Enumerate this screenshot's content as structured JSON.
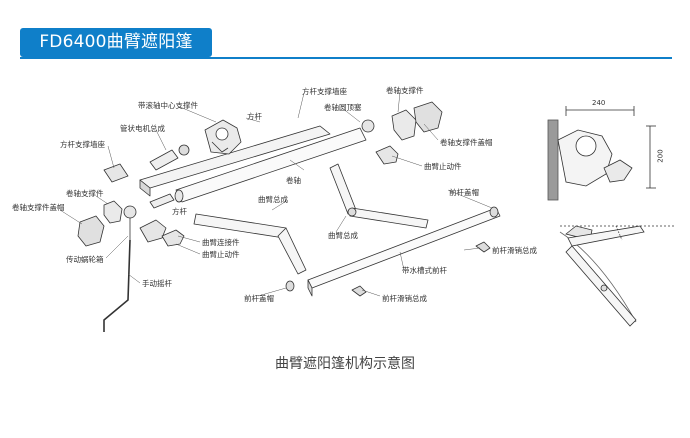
{
  "header": {
    "title": "FD6400曲臂遮阳篷",
    "accent_color": "#0f7fc9"
  },
  "caption": "曲臂遮阳篷机构示意图",
  "labels": {
    "roller_center_bracket": "带滚轴中心支撑件",
    "square_bar": "方杆",
    "square_bar_support_base": "方杆支撑墙座",
    "roller_support": "卷轴支撑件",
    "roller_plug": "卷轴圆顶塞",
    "tube_motor": "管状电机总成",
    "square_bar_wall_base": "方杆支撑墙座",
    "roller_support_cap": "卷轴支撑件盖帽",
    "arm_stop_part": "曲臂止动件",
    "front_bar_cap_top": "前杆盖帽",
    "roller_support_left": "卷轴支撑件",
    "roller_support_cap_left": "卷轴支撑件盖帽",
    "roller": "卷轴",
    "arm_assembly": "曲臂总成",
    "worm_gearbox": "传动蜗轮箱",
    "arm_connector": "曲臂连接件",
    "arm_stop_part_lower": "曲臂止动件",
    "square_bar_small": "方杆",
    "arm_assembly_center": "曲臂总成",
    "front_bar_slide_right": "前杆滑销总成",
    "front_bar_with_gutter": "带水槽式前杆",
    "hand_crank": "手动摇杆",
    "front_bar_cap_bottom": "前杆盖帽",
    "front_bar_slide_bottom": "前杆滑销总成"
  },
  "dimensions": {
    "width": "240",
    "height": "200"
  },
  "colors": {
    "line": "#333333",
    "metal": "#f4f4f4",
    "shade": "#d8d8d8",
    "wall": "#9a9a9a"
  }
}
